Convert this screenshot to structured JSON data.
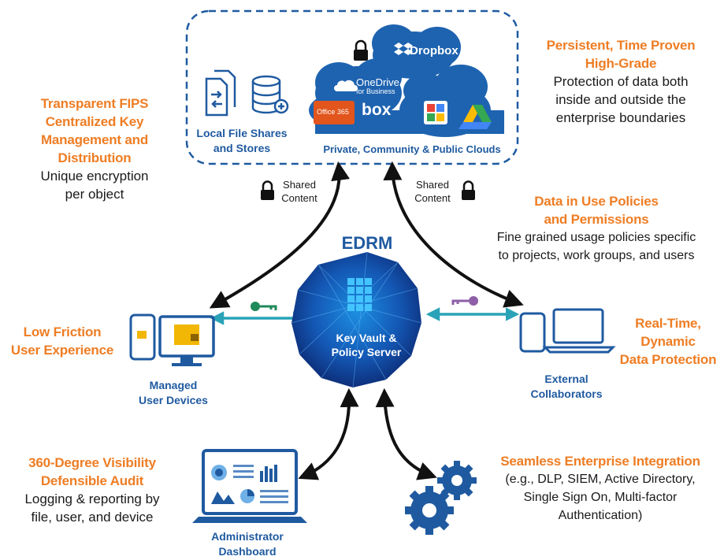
{
  "clouds": {
    "local_label_1": "Local File Shares",
    "local_label_2": "and Stores",
    "clouds_label": "Private, Community & Public Clouds",
    "dropbox": "Dropbox",
    "onedrive_1": "OneDrive",
    "onedrive_2": "for Business",
    "office365": "Office 365",
    "box": "box"
  },
  "shared_left": {
    "line1": "Shared",
    "line2": "Content"
  },
  "shared_right": {
    "line1": "Shared",
    "line2": "Content"
  },
  "fips": {
    "title_lines": [
      "Transparent FIPS",
      "Centralized Key",
      "Management and",
      "Distribution"
    ],
    "desc_lines": [
      "Unique encryption",
      "per object"
    ]
  },
  "persistent": {
    "title_lines": [
      "Persistent, Time Proven",
      "High-Grade"
    ],
    "desc_lines": [
      "Protection of data both",
      "inside and outside the",
      "enterprise boundaries"
    ]
  },
  "data_in_use": {
    "title_lines": [
      "Data in Use Policies",
      "and Permissions"
    ],
    "desc_lines": [
      "Fine grained usage policies specific",
      "to projects, work groups, and users"
    ]
  },
  "edrm": {
    "title": "EDRM",
    "center_line1": "Key Vault &",
    "center_line2": "Policy Server"
  },
  "low_friction": {
    "title_lines": [
      "Low Friction",
      "User Experience"
    ]
  },
  "managed": {
    "label_lines": [
      "Managed",
      "User Devices"
    ]
  },
  "external": {
    "label_lines": [
      "External",
      "Collaborators"
    ]
  },
  "realtime": {
    "title_lines": [
      "Real-Time,",
      "Dynamic",
      "Data Protection"
    ]
  },
  "visibility": {
    "title_lines": [
      "360-Degree Visibility",
      "Defensible Audit"
    ],
    "desc_lines": [
      "Logging & reporting by",
      "file, user, and device"
    ]
  },
  "admin": {
    "label_lines": [
      "Administrator",
      "Dashboard"
    ]
  },
  "integration": {
    "title": "Seamless Enterprise Integration",
    "desc_lines": [
      "(e.g., DLP, SIEM, Active Directory,",
      "Single Sign On, Multi-factor",
      "Authentication)"
    ]
  },
  "colors": {
    "accent_orange": "#ee7d24",
    "brand_blue": "#1f5aa0",
    "teal_arrow": "#2aa3b8",
    "cloud_blue": "#1e63b0"
  }
}
